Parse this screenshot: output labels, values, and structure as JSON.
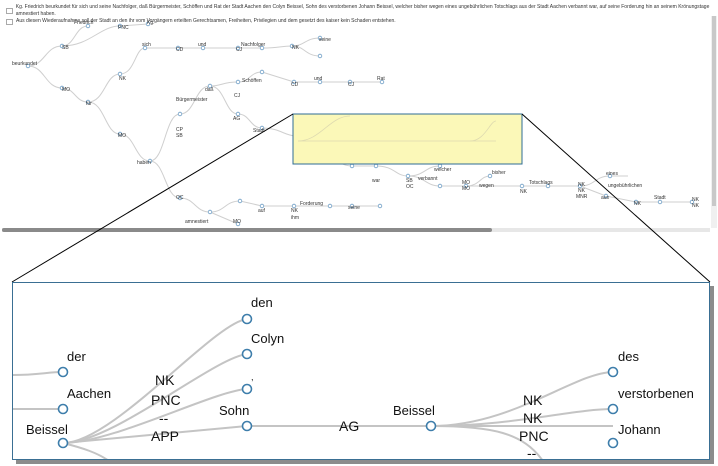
{
  "legend": {
    "line1": "Kg. Friedrich beurkundet für sich und seine Nachfolger, daß Bürgermeister, Schöffen und Rat der Stadt Aachen den Colyn Beissel, Sohn des verstorbenen Johann Beissel, welcher bisher wegen eines ungebührlichen Totschlags aus der Stadt Aachen verbannt war, auf seine Forderung hin an seinem Krönungstage amnestiert haben.",
    "line2": "Aus diesen Wiederaufnahme soll der Stadt an den ihr vom Vorgängern erteilten Gerechtsamen, Freiheiten, Privilegien und dem gesetzt des kaiser kein Schaden entstehen."
  },
  "overview_labels": {
    "beurkundet": "beurkundet",
    "SB": "SB",
    "MO": "MO",
    "Friedrich": "Friedrich",
    "PNC": "PNC",
    "Kg": "Kg.",
    "fur": "für",
    "NK1": "NK",
    "sich": "sich",
    "CD1": "CD",
    "und1": "und",
    "CJ1": "CJ",
    "Nachfolger": "Nachfolger",
    "NK2": "NK",
    "seine1": "seine",
    "MO2": "MO",
    "haben": "haben",
    "Burgermeister": "Bürgermeister",
    "dass": "daß",
    "CP": "CP",
    "SB2": "SB",
    "CJ2": "CJ",
    "Schoffen": "Schöffen",
    "CD2": "CD",
    "und2": "und",
    "CJ3": "CJ",
    "Rat": "Rat",
    "AG1": "AG",
    "Stadt1": "Stadt",
    "OC": "OC",
    "amnestiert": "amnestiert",
    "auf": "auf",
    "Forderung": "Forderung",
    "NK3": "NK",
    "seine2": "seine",
    "MO3": "MO",
    "ihm": "ihm",
    "welcher": "welcher",
    "war": "war",
    "SB3": "SB",
    "OC2": "OC",
    "verbannt": "verbannt",
    "MO4": "MO",
    "MO5": "MO",
    "bisher": "bisher",
    "wegen": "wegen",
    "NK4": "NK",
    "Totschlags": "Totschlags",
    "NK5": "NK",
    "NK6": "NK",
    "MNR": "MNR",
    "aus": "aus",
    "eines": "eines",
    "ungebuhrlichen": "ungebührlichen",
    "NK7": "NK",
    "Stadt2": "Stadt",
    "NK8": "NK",
    "NK9": "NK"
  },
  "zoom_labels": {
    "der": "der",
    "Aachen": "Aachen",
    "Beissel1": "Beissel",
    "NK1": "NK",
    "PNC1": "PNC",
    "dash1": "--",
    "APP": "APP",
    "den": "den",
    "Colyn": "Colyn",
    "comma": ",",
    "Sohn": "Sohn",
    "AG": "AG",
    "Beissel2": "Beissel",
    "NK2": "NK",
    "NK3": "NK",
    "PNC2": "PNC",
    "dash2": "--",
    "des": "des",
    "verstorbenen": "verstorbenen",
    "Johann": "Johann"
  },
  "colors": {
    "highlight_fill": "#fbf8b8",
    "highlight_border": "#2f6d96",
    "node_stroke": "#3e7eab",
    "edge": "#c4c4c4"
  }
}
